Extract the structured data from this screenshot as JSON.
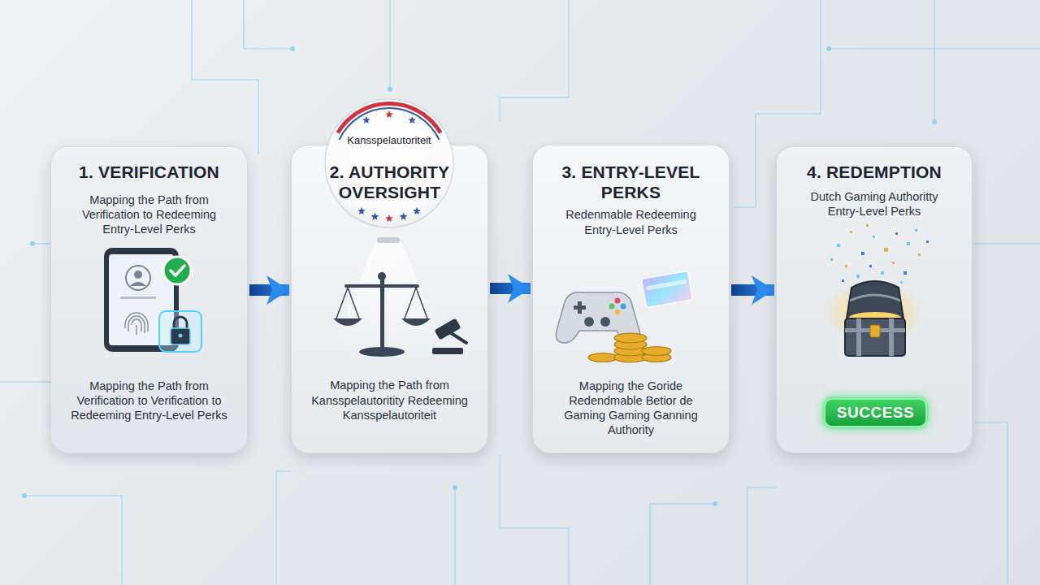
{
  "diagram": {
    "nodes": [
      {
        "text": [
          "1. VERIFICATION",
          "Mapping the Path from Verification to Redeeming Entry-Level Perks",
          "Mapping the Path from Verification to Verification to Redeeming Entry-Level Perks"
        ]
      },
      {
        "text": [
          "2. AUTHORITY OVERSIGHT",
          "Mapping the Path from Kansspelautoritity Redeeming Kansspelautoriteit"
        ]
      },
      {
        "text": [
          "Kansspelautoriteit"
        ],
        "in": 1
      },
      {
        "text": [
          "3. ENTRY-LEVEL PERKS",
          "Redenmable Redeeming Entry-Level Perks",
          "Mapping the Goride Redendmable Betior de Gaming Gaming Ganning Authority"
        ]
      },
      {
        "text": [
          "4. REDEMPTION",
          "Dutch Gaming Authoritty Entry-Level Perks"
        ]
      },
      {
        "text": [
          "SUCCESS"
        ],
        "in": 4
      }
    ],
    "edges": [
      {
        "from": 0,
        "to": 1,
        "arrow": "to"
      },
      {
        "from": 1,
        "to": 3,
        "arrow": "to"
      },
      {
        "from": 3,
        "to": 4,
        "arrow": "to"
      }
    ]
  }
}
